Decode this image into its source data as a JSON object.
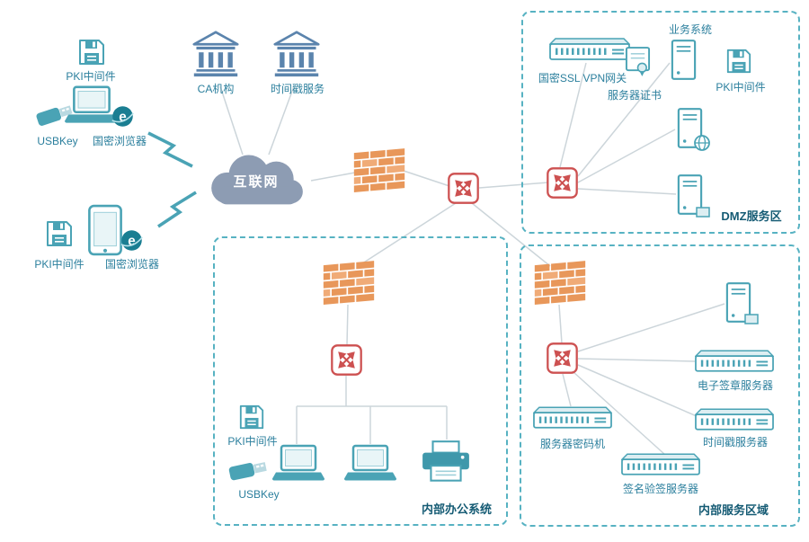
{
  "colors": {
    "icon_teal": "#4aa3b5",
    "bank_blue": "#5b84ad",
    "cloud_gray": "#8d9cb3",
    "firewall_orange": "#e8975a",
    "switch_red": "#cd5151",
    "line_gray": "#ccd5da",
    "label_teal": "#2b7f9d",
    "zone_label_navy": "#155b74",
    "zone_border_teal": "#57b2c2"
  },
  "external": {
    "pki_top": {
      "label": "PKI中间件"
    },
    "usbkey_top": {
      "label": "USBKey"
    },
    "browser_top": {
      "label": "国密浏览器"
    },
    "ca": {
      "label": "CA机构"
    },
    "timestamp": {
      "label": "时间戳服务"
    },
    "internet": {
      "label": "互联网"
    },
    "pki_bottom": {
      "label": "PKI中间件"
    },
    "browser_bottom": {
      "label": "国密浏览器"
    }
  },
  "dmz": {
    "zone": {
      "label": "DMZ服务区"
    },
    "vpn_gateway": {
      "label": "国密SSL VPN网关"
    },
    "server_cert": {
      "label": "服务器证书"
    },
    "business": {
      "label": "业务系统"
    },
    "pki": {
      "label": "PKI中间件"
    }
  },
  "office": {
    "zone": {
      "label": "内部办公系统"
    },
    "pki": {
      "label": "PKI中间件"
    },
    "usbkey": {
      "label": "USBKey"
    }
  },
  "internal": {
    "zone": {
      "label": "内部服务区域"
    },
    "cipher": {
      "label": "服务器密码机"
    },
    "esign": {
      "label": "电子签章服务器"
    },
    "timestamp": {
      "label": "时间戳服务器"
    },
    "verify": {
      "label": "签名验签服务器"
    }
  }
}
